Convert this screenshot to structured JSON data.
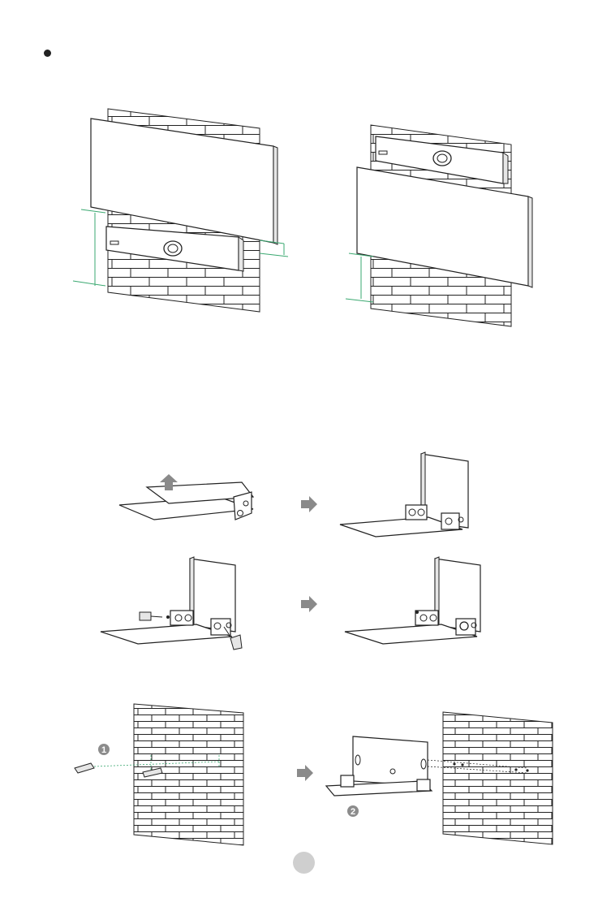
{
  "page": {
    "bullet": "bullet-dot",
    "step_badges": [
      "1",
      "2"
    ],
    "page_number": ""
  },
  "icons": [
    "brick-wall",
    "tv-panel",
    "video-bar",
    "mount-bracket",
    "screw",
    "wall-anchor",
    "right-arrow"
  ],
  "colors": {
    "line": "#222222",
    "guide_line": "#3aa870",
    "arrow": "#8a8a8a",
    "badge": "#8c8c8c",
    "page_circle": "#cfcfcf"
  }
}
